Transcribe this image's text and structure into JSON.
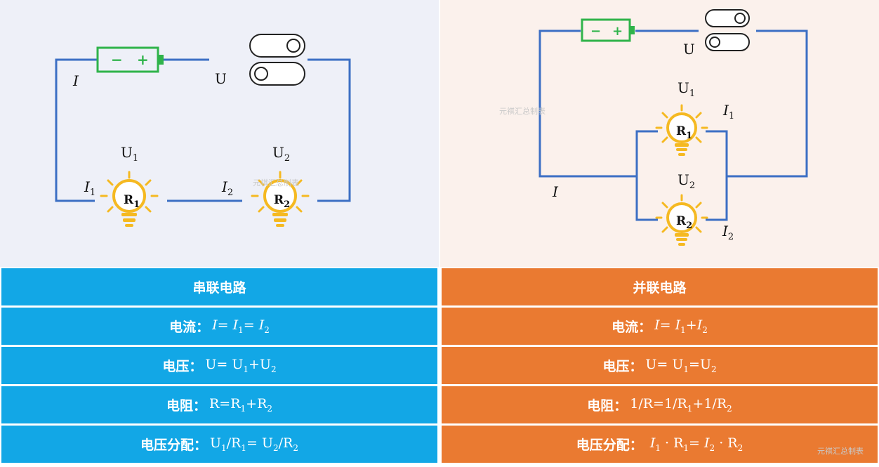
{
  "watermark": "元祺汇总制表",
  "series": {
    "title": "串联电路",
    "current_label": "电流：",
    "voltage_label": "电压：",
    "resistance_label": "电阻：",
    "distribution_label": "电压分配：",
    "diagram": {
      "battery_minus": "−",
      "battery_plus": "+",
      "source_current": "I",
      "source_voltage": "U",
      "u1": "U",
      "u1_sub": "1",
      "u2": "U",
      "u2_sub": "2",
      "i1": "I",
      "i1_sub": "1",
      "i2": "I",
      "i2_sub": "2",
      "r1": "R",
      "r1_sub": "1",
      "r2": "R",
      "r2_sub": "2"
    }
  },
  "parallel": {
    "title": "并联电路",
    "current_label": "电流：",
    "voltage_label": "电压：",
    "resistance_label": "电阻：",
    "distribution_label": "电压分配：",
    "diagram": {
      "battery_minus": "−",
      "battery_plus": "+",
      "source_current": "I",
      "source_voltage": "U",
      "u1": "U",
      "u1_sub": "1",
      "u2": "U",
      "u2_sub": "2",
      "i1": "I",
      "i1_sub": "1",
      "i2": "I",
      "i2_sub": "2",
      "r1": "R",
      "r1_sub": "1",
      "r2": "R",
      "r2_sub": "2"
    }
  },
  "colors": {
    "wire": "#3c6fc4",
    "battery": "#2fb34a",
    "bulb": "#f5b921",
    "series_header": "#12a7e6",
    "parallel_header": "#ea7a31"
  }
}
